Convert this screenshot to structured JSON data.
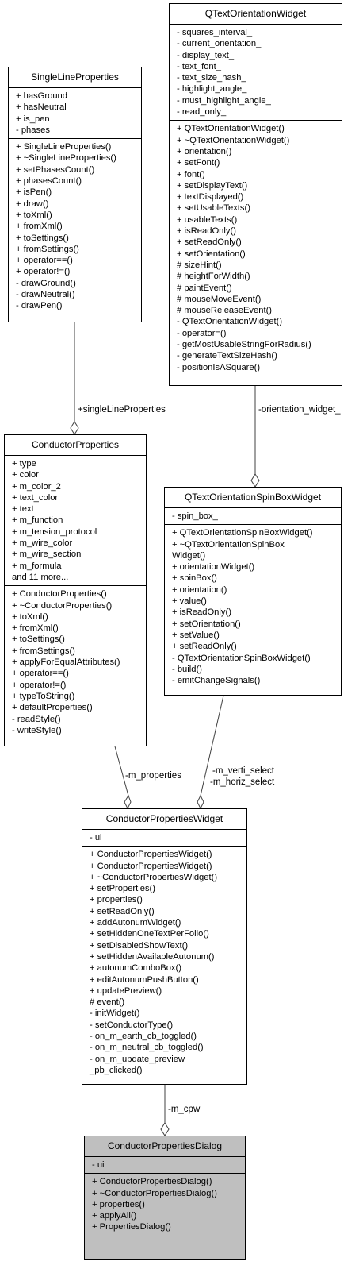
{
  "classes": {
    "qtow": {
      "name": "QTextOrientationWidget",
      "attributes": [
        "- squares_interval_",
        "- current_orientation_",
        "- display_text_",
        "- text_font_",
        "- text_size_hash_",
        "- highlight_angle_",
        "- must_highlight_angle_",
        "- read_only_"
      ],
      "methods": [
        "+ QTextOrientationWidget()",
        "+ ~QTextOrientationWidget()",
        "+ orientation()",
        "+ setFont()",
        "+ font()",
        "+ setDisplayText()",
        "+ textDisplayed()",
        "+ setUsableTexts()",
        "+ usableTexts()",
        "+ isReadOnly()",
        "+ setReadOnly()",
        "+ setOrientation()",
        "# sizeHint()",
        "# heightForWidth()",
        "# paintEvent()",
        "# mouseMoveEvent()",
        "# mouseReleaseEvent()",
        "- QTextOrientationWidget()",
        "- operator=()",
        "- getMostUsableStringForRadius()",
        "- generateTextSizeHash()",
        "- positionIsASquare()"
      ]
    },
    "slp": {
      "name": "SingleLineProperties",
      "attributes": [
        "+ hasGround",
        "+ hasNeutral",
        "+ is_pen",
        "- phases"
      ],
      "methods": [
        "+ SingleLineProperties()",
        "+ ~SingleLineProperties()",
        "+ setPhasesCount()",
        "+ phasesCount()",
        "+ isPen()",
        "+ draw()",
        "+ toXml()",
        "+ fromXml()",
        "+ toSettings()",
        "+ fromSettings()",
        "+ operator==()",
        "+ operator!=()",
        "- drawGround()",
        "- drawNeutral()",
        "- drawPen()"
      ]
    },
    "cp": {
      "name": "ConductorProperties",
      "attributes": [
        "+ type",
        "+ color",
        "+ m_color_2",
        "+ text_color",
        "+ text",
        "+ m_function",
        "+ m_tension_protocol",
        "+ m_wire_color",
        "+ m_wire_section",
        "+ m_formula",
        "and 11 more..."
      ],
      "methods": [
        "+ ConductorProperties()",
        "+ ~ConductorProperties()",
        "+ toXml()",
        "+ fromXml()",
        "+ toSettings()",
        "+ fromSettings()",
        "+ applyForEqualAttributes()",
        "+ operator==()",
        "+ operator!=()",
        "+ typeToString()",
        "+ defaultProperties()",
        "- readStyle()",
        "- writeStyle()"
      ]
    },
    "qtosb": {
      "name": "QTextOrientationSpinBoxWidget",
      "attributes": [
        "- spin_box_"
      ],
      "methods": [
        "+ QTextOrientationSpinBoxWidget()",
        "+ ~QTextOrientationSpinBox Widget()",
        "+ orientationWidget()",
        "+ spinBox()",
        "+ orientation()",
        "+ value()",
        "+ isReadOnly()",
        "+ setOrientation()",
        "+ setValue()",
        "+ setReadOnly()",
        "- QTextOrientationSpinBoxWidget()",
        "- build()",
        "- emitChangeSignals()"
      ]
    },
    "cpw": {
      "name": "ConductorPropertiesWidget",
      "attributes": [
        "- ui"
      ],
      "methods": [
        "+ ConductorPropertiesWidget()",
        "+ ConductorPropertiesWidget()",
        "+ ~ConductorPropertiesWidget()",
        "+ setProperties()",
        "+ properties()",
        "+ setReadOnly()",
        "+ addAutonumWidget()",
        "+ setHiddenOneTextPerFolio()",
        "+ setDisabledShowText()",
        "+ setHiddenAvailableAutonum()",
        "+ autonumComboBox()",
        "+ editAutonumPushButton()",
        "+ updatePreview()",
        "# event()",
        "- initWidget()",
        "- setConductorType()",
        "- on_m_earth_cb_toggled()",
        "- on_m_neutral_cb_toggled()",
        "- on_m_update_preview _pb_clicked()"
      ]
    },
    "cpd": {
      "name": "ConductorPropertiesDialog",
      "attributes": [
        "- ui"
      ],
      "methods": [
        "+ ConductorPropertiesDialog()",
        "+ ~ConductorPropertiesDialog()",
        "+ properties()",
        "+ applyAll()",
        "+ PropertiesDialog()"
      ]
    }
  },
  "edges": {
    "single_line_properties": "+singleLineProperties",
    "orientation_widget": "-orientation_widget_",
    "m_properties": "-m_properties",
    "verti_select": "-m_verti_select",
    "horiz_select": "-m_horiz_select",
    "m_cpw": "-m_cpw"
  },
  "colors": {
    "highlight_fill": "#bfbfbf",
    "line": "#404040"
  }
}
